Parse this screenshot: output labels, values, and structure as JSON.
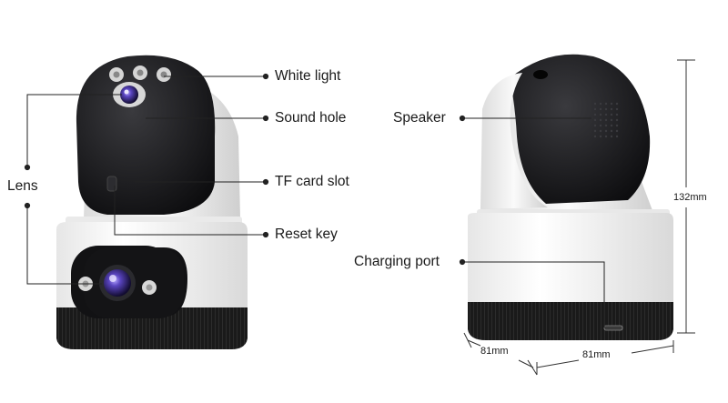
{
  "labels": {
    "white_light": "White light",
    "sound_hole": "Sound hole",
    "tf_card_slot": "TF card slot",
    "reset_key": "Reset key",
    "lens": "Lens",
    "speaker": "Speaker",
    "charging_port": "Charging port"
  },
  "dimensions": {
    "height": "132mm",
    "depth": "81mm",
    "width": "81mm"
  },
  "colors": {
    "body_white": "#f4f4f4",
    "head_black": "#1b1b1d",
    "base_black": "#161616",
    "lens_blue": "#4a3ea8",
    "leader_line": "#222222"
  }
}
